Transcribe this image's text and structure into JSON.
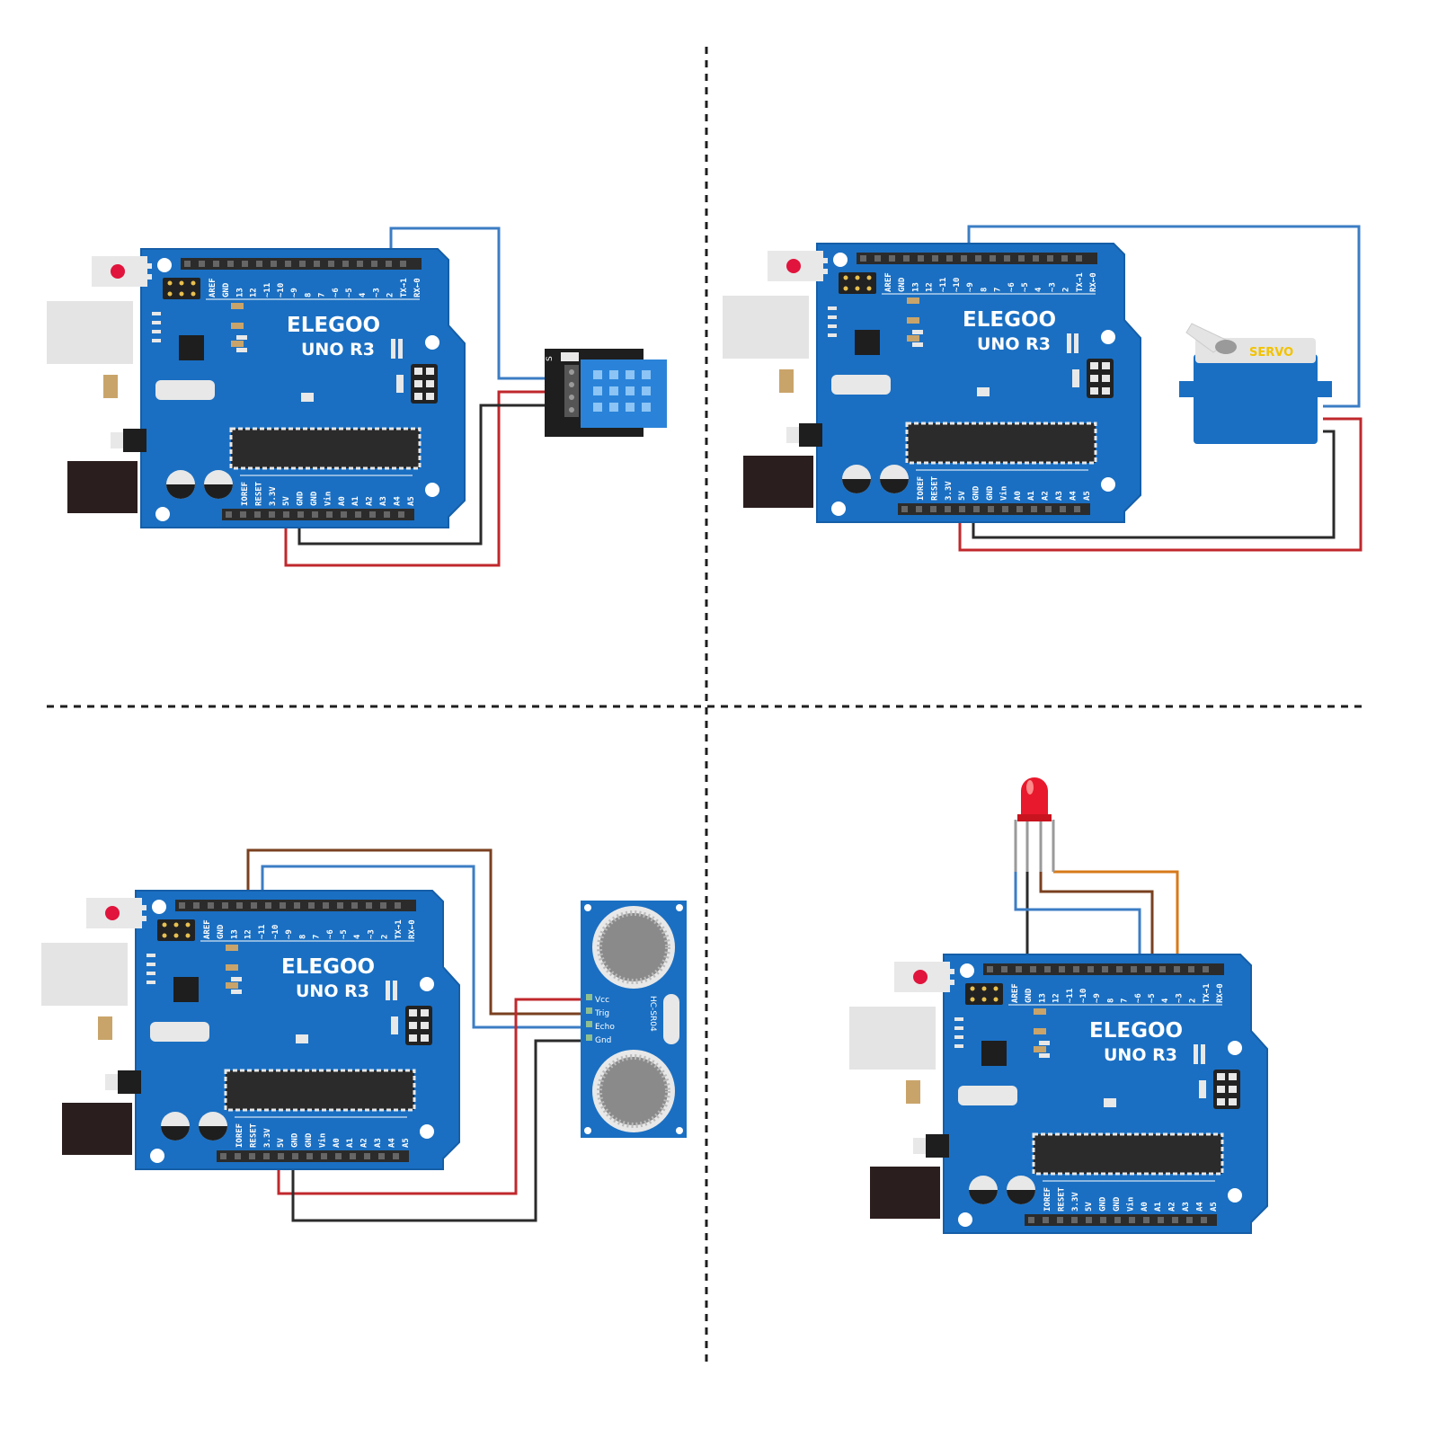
{
  "board": {
    "brand": "ELEGOO",
    "model": "UNO R3",
    "digital_pins": [
      "AREF",
      "GND",
      "13",
      "12",
      "~11",
      "~10",
      "~9",
      "8",
      "7",
      "~6",
      "~5",
      "4",
      "~3",
      "2",
      "TX→1",
      "RX←0"
    ],
    "power_pins": [
      "IOREF",
      "RESET",
      "3.3V",
      "5V",
      "GND",
      "GND",
      "Vin",
      "A0",
      "A1",
      "A2",
      "A3",
      "A4",
      "A5"
    ]
  },
  "modules": {
    "dht11": {
      "signal_label": "S"
    },
    "servo": {
      "label": "SERVO"
    },
    "ultrasonic": {
      "name": "HC-SR04",
      "pins": [
        "Vcc",
        "Trig",
        "Echo",
        "Gnd"
      ]
    }
  },
  "colors": {
    "board": "#1a6fc2",
    "board_edge": "#0f4f96",
    "wire_signal": "#3c7dc4",
    "wire_power": "#c0282d",
    "wire_ground": "#2b2b2b",
    "wire_brown": "#7a4020",
    "wire_orange": "#d77a1a",
    "led": "#e8192c"
  }
}
